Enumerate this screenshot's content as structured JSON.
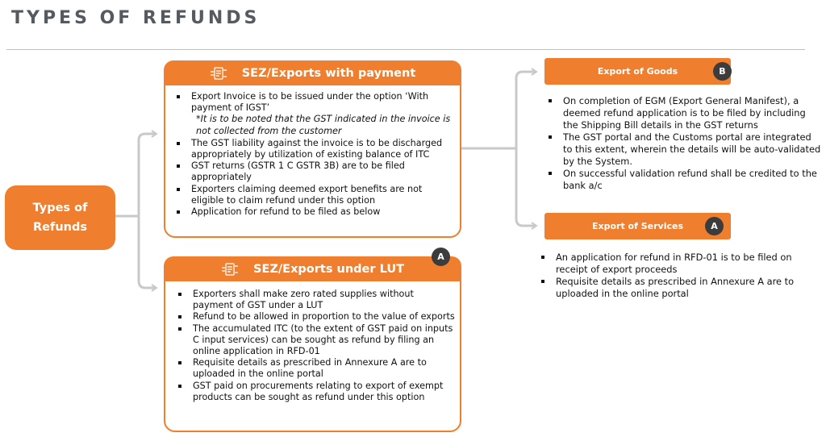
{
  "title": "TYPES OF REFUNDS",
  "root": {
    "line1": "Types of",
    "line2": "Refunds"
  },
  "card_payment": {
    "header": "SEZ/Exports with payment",
    "bullets_a": [
      "Export Invoice is to be issued under the option ‘With payment of IGST’"
    ],
    "note_star": "*",
    "note": "It is to be noted that the GST indicated in the invoice is not collected from the customer",
    "bullets_b": [
      "The GST liability against the invoice is to be discharged appropriately by utilization of existing balance of ITC",
      "GST returns (GSTR 1 C GSTR 3B) are to be filed appropriately",
      "Exporters claiming deemed export benefits are not eligible to claim refund under this option",
      "Application for refund to be filed as below"
    ]
  },
  "card_lut": {
    "header": "SEZ/Exports under LUT",
    "badge": "A",
    "bullets": [
      "Exporters shall make zero rated supplies without payment of GST under a LUT",
      "Refund to be allowed in proportion to the value of exports",
      "The accumulated ITC (to the extent of GST paid on inputs C input services) can be sought as refund by filing an online application in RFD-01",
      "Requisite details as prescribed in Annexure A are to uploaded in the online portal",
      "GST paid on procurements relating to export of exempt products can be sought as refund under this option"
    ]
  },
  "goods": {
    "label": "Export of Goods",
    "badge": "B",
    "bullets": [
      "On completion of EGM (Export General Manifest), a deemed refund application is to be filed by including the Shipping Bill details in the GST returns",
      "The GST portal and the Customs portal are integrated to this extent, wherein the details will be auto-validated by the System.",
      "On successful validation refund shall be credited to the bank a/c"
    ]
  },
  "services": {
    "label": "Export of Services",
    "badge": "A",
    "bullets": [
      "An application for refund in RFD-01 is to be filed on receipt of export proceeds",
      "Requisite details as prescribed in Annexure A are to uploaded in the online portal"
    ]
  },
  "colors": {
    "accent": "#ef7f2e",
    "connector": "#c9c9c9",
    "badge": "#3c3c3c",
    "title": "#555a5f"
  },
  "icons": {
    "card_header_icon": "export-document-icon"
  }
}
